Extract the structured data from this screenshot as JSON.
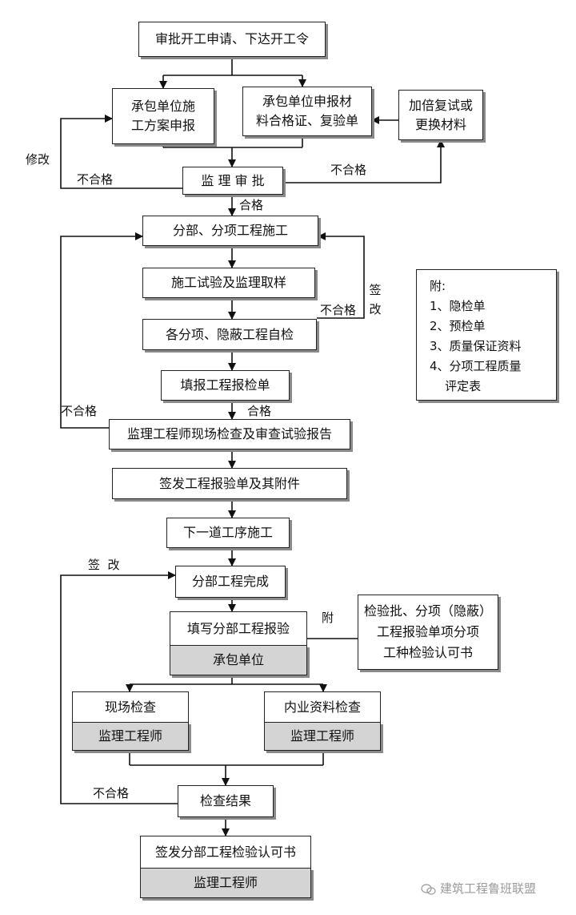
{
  "boxes": {
    "approve_start": "审批开工申请、下达开工令",
    "contractor_plan": [
      "承包单位施",
      "工方案申报"
    ],
    "contractor_material": [
      "承包单位申报材",
      "料合格证、复验单"
    ],
    "double_retest": [
      "加倍复试或",
      "更换材料"
    ],
    "supervision_approval": "监 理 审 批",
    "sub_construction": "分部、分项工程施工",
    "test_sampling": "施工试验及监理取样",
    "self_inspection": "各分项、隐蔽工程自检",
    "fill_report": "填报工程报检单",
    "engineer_check": "监理工程师现场检查及审查试验报告",
    "issue_report": "签发工程报验单及其附件",
    "next_process": "下一道工序施工",
    "part_complete": "分部工程完成",
    "fill_part_report": "填写分部工程报验",
    "contractor_unit": "承包单位",
    "attachment_box": [
      "检验批、分项（隐蔽）",
      "工程报验单项分项",
      "工种检验认可书"
    ],
    "site_check": "现场检查",
    "site_check_role": "监理工程师",
    "doc_check": "内业资料检查",
    "doc_check_role": "监理工程师",
    "check_result": "检查结果",
    "issue_cert": "签发分部工程检验认可书",
    "issue_cert_role": "监理工程师"
  },
  "labels": {
    "modify": "修改",
    "fail_left": "不合格",
    "fail_right": "不合格",
    "pass_1": "合格",
    "sign_change_v": [
      "签",
      "改"
    ],
    "fail_mid": "不合格",
    "fail_left2": "不合格",
    "pass_2": "合格",
    "sign_change": "签  改",
    "attach": "附",
    "fail_bottom": "不合格"
  },
  "note": {
    "title": "附:",
    "items": [
      "1、隐检单",
      "2、预检单",
      "3、质量保证资料",
      "4、分项工程质量",
      "    评定表"
    ]
  },
  "watermark": "建筑工程鲁班联盟"
}
